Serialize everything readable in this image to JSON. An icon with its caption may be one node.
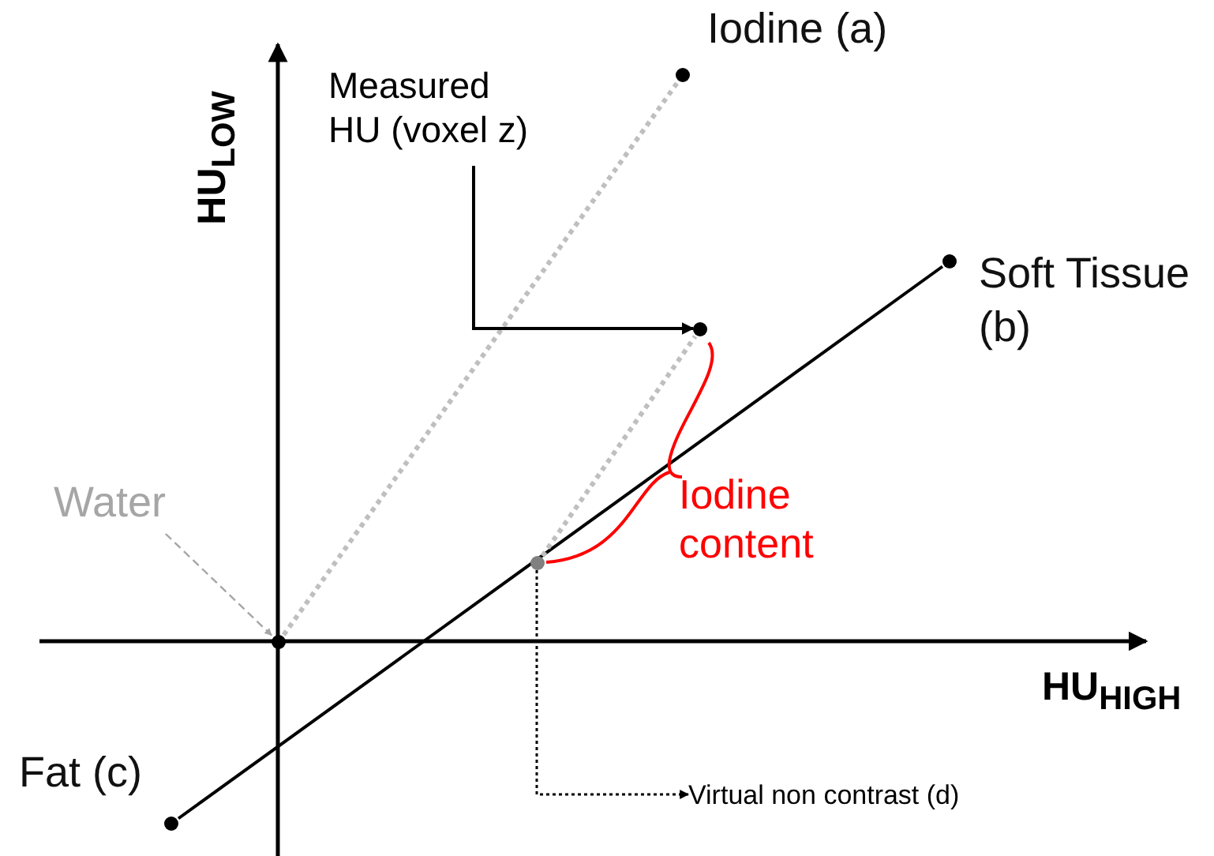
{
  "diagram": {
    "nodes": [
      {
        "text": [
          "Water"
        ]
      },
      {
        "text": [],
        "shape": "circle"
      },
      {
        "text": [],
        "shape": "circle",
        "beside": [
          "Iodine (a)"
        ]
      },
      {
        "text": [
          "Measured HU (voxel z)"
        ]
      },
      {
        "text": [],
        "shape": "circle"
      },
      {
        "text": [],
        "shape": "circle",
        "beside": [
          "Soft Tissue (b)"
        ]
      },
      {
        "text": [],
        "shape": "circle"
      },
      {
        "text": [],
        "shape": "circle",
        "beside": [
          "Fat (c)"
        ]
      },
      {
        "text": [
          "Virtual non contrast (d)"
        ]
      }
    ],
    "edges": [
      {
        "from": 0,
        "to": 1,
        "arrow": "to",
        "style": "dashed",
        "color": "#a6a6a6"
      },
      {
        "from": 1,
        "to": 2,
        "arrow": "none",
        "style": "dashed",
        "color": "#bfbfbf"
      },
      {
        "from": 3,
        "to": 4,
        "arrow": "to"
      },
      {
        "from": 7,
        "to": 5,
        "arrow": "none"
      },
      {
        "from": 6,
        "to": 4,
        "arrow": "none",
        "style": "dashed",
        "color": "#bfbfbf"
      },
      {
        "from": 6,
        "to": 8,
        "arrow": "to",
        "style": "dashed"
      }
    ],
    "labels": [
      "HU$_{LOW}$",
      "HU$_{HIGH}$",
      "Iodine content"
    ]
  }
}
